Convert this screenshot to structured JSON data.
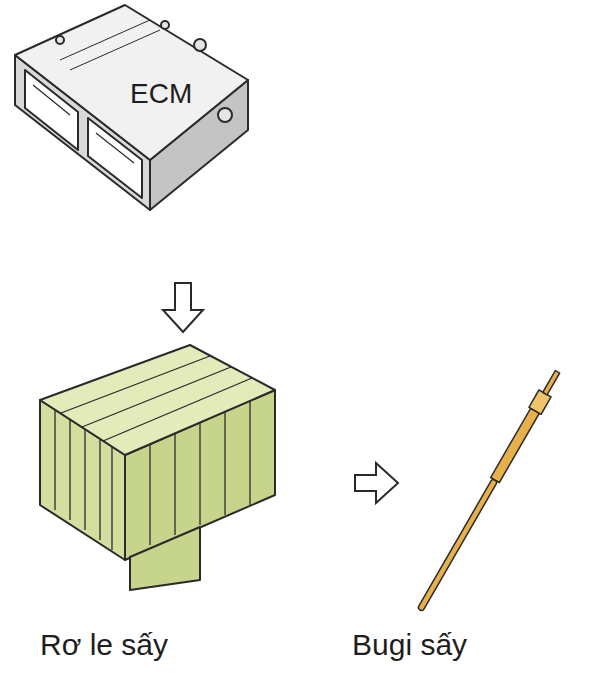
{
  "diagram": {
    "nodes": [
      {
        "text": [
          "ECM"
        ]
      },
      {
        "text": [
          "Rơ le sấy"
        ]
      },
      {
        "text": [
          "Bugi sấy"
        ]
      }
    ],
    "edges": [
      {
        "from": 0,
        "to": 1,
        "arrow": "to"
      },
      {
        "from": 1,
        "to": 2,
        "arrow": "to"
      }
    ]
  }
}
